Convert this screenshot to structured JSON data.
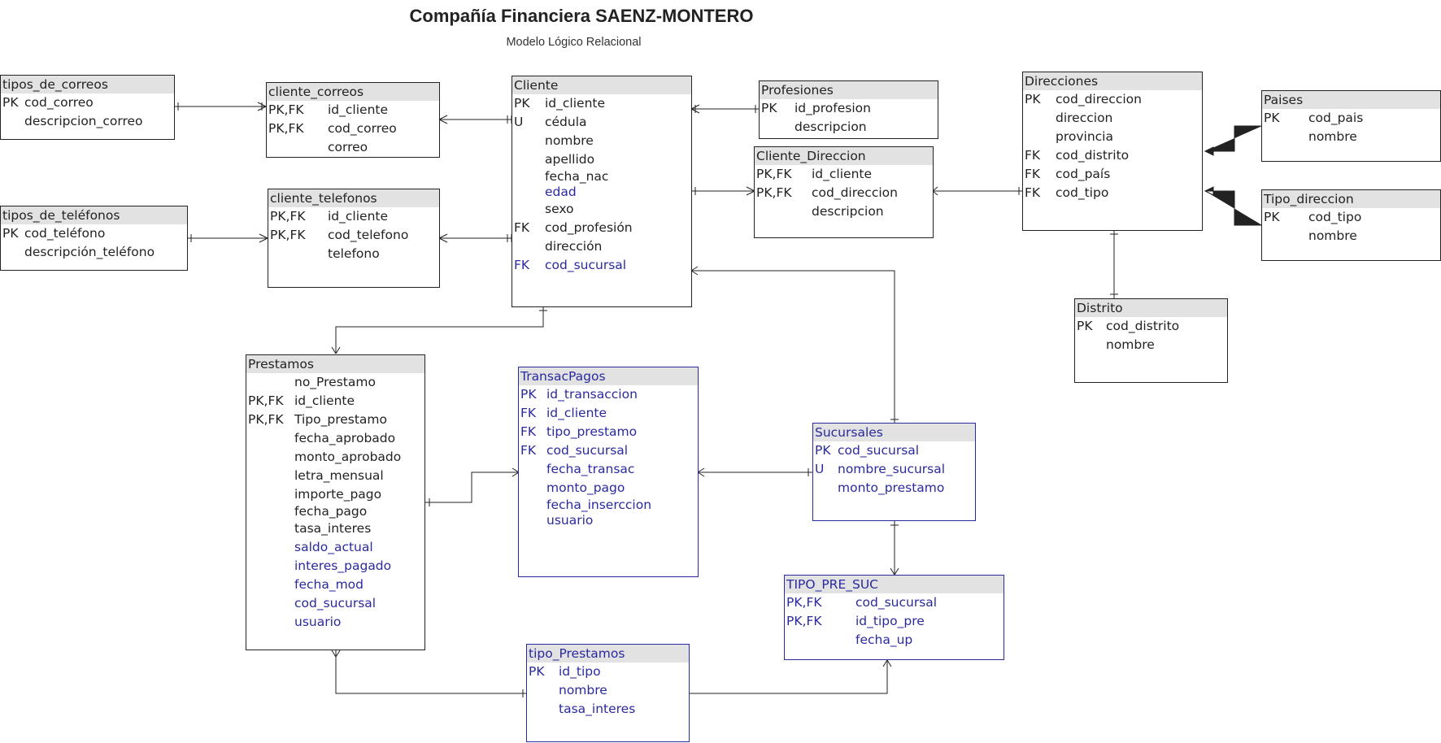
{
  "title": "Compañía Financiera SAENZ-MONTERO",
  "subtitle": "Modelo Lógico Relacional",
  "colors": {
    "line": "#222222",
    "blue": "#2a2aa0",
    "header": "#e2e2e2"
  },
  "entities": {
    "tipos_de_correos": {
      "name": "tipos_de_correos",
      "rows": [
        {
          "key": "PK",
          "field": "cod_correo"
        },
        {
          "key": "",
          "field": "descripcion_correo"
        }
      ]
    },
    "cliente_correos": {
      "name": "cliente_correos",
      "rows": [
        {
          "key": "PK,FK",
          "field": "id_cliente"
        },
        {
          "key": "PK,FK",
          "field": "cod_correo"
        },
        {
          "key": "",
          "field": "correo"
        }
      ]
    },
    "cliente": {
      "name": "Cliente",
      "rows": [
        {
          "key": "PK",
          "field": "id_cliente"
        },
        {
          "key": "U",
          "field": "cédula"
        },
        {
          "key": "",
          "field": "nombre"
        },
        {
          "key": "",
          "field": "apellido"
        },
        {
          "key": "",
          "field": "fecha_nac"
        },
        {
          "key": "",
          "field": "edad"
        },
        {
          "key": "",
          "field": "sexo"
        },
        {
          "key": "FK",
          "field": "cod_profesión"
        },
        {
          "key": "",
          "field": "dirección"
        },
        {
          "key": "FK",
          "field": "cod_sucursal"
        }
      ]
    },
    "profesiones": {
      "name": "Profesiones",
      "rows": [
        {
          "key": "PK",
          "field": "id_profesion"
        },
        {
          "key": "",
          "field": "descripcion"
        }
      ]
    },
    "cliente_direccion": {
      "name": "Cliente_Direccion",
      "rows": [
        {
          "key": "PK,FK",
          "field": "id_cliente"
        },
        {
          "key": "PK,FK",
          "field": "cod_direccion"
        },
        {
          "key": "",
          "field": "descripcion"
        }
      ]
    },
    "direcciones": {
      "name": "Direcciones",
      "rows": [
        {
          "key": "PK",
          "field": "cod_direccion"
        },
        {
          "key": "",
          "field": "direccion"
        },
        {
          "key": "",
          "field": "provincia"
        },
        {
          "key": "FK",
          "field": "cod_distrito"
        },
        {
          "key": "FK",
          "field": "cod_país"
        },
        {
          "key": "FK",
          "field": "cod_tipo"
        }
      ]
    },
    "paises": {
      "name": "Paises",
      "rows": [
        {
          "key": "PK",
          "field": "cod_pais"
        },
        {
          "key": "",
          "field": "nombre"
        }
      ]
    },
    "tipo_direccion": {
      "name": "Tipo_direccion",
      "rows": [
        {
          "key": "PK",
          "field": "cod_tipo"
        },
        {
          "key": "",
          "field": "nombre"
        }
      ]
    },
    "tipos_de_telefonos": {
      "name": "tipos_de_teléfonos",
      "rows": [
        {
          "key": "PK",
          "field": "cod_teléfono"
        },
        {
          "key": "",
          "field": "descripción_teléfono"
        }
      ]
    },
    "cliente_telefonos": {
      "name": "cliente_telefonos",
      "rows": [
        {
          "key": "PK,FK",
          "field": "id_cliente"
        },
        {
          "key": "PK,FK",
          "field": "cod_telefono"
        },
        {
          "key": "",
          "field": "telefono"
        }
      ]
    },
    "distrito": {
      "name": "Distrito",
      "rows": [
        {
          "key": "PK",
          "field": "cod_distrito"
        },
        {
          "key": "",
          "field": "nombre"
        }
      ]
    },
    "prestamos": {
      "name": "Prestamos",
      "rows": [
        {
          "key": "",
          "field": "no_Prestamo"
        },
        {
          "key": "PK,FK",
          "field": "id_cliente"
        },
        {
          "key": "PK,FK",
          "field": "Tipo_prestamo"
        },
        {
          "key": "",
          "field": "fecha_aprobado"
        },
        {
          "key": "",
          "field": "monto_aprobado"
        },
        {
          "key": "",
          "field": "letra_mensual"
        },
        {
          "key": "",
          "field": "importe_pago"
        },
        {
          "key": "",
          "field": "fecha_pago"
        },
        {
          "key": "",
          "field": "tasa_interes"
        },
        {
          "key": "",
          "field": "saldo_actual"
        },
        {
          "key": "",
          "field": "interes_pagado"
        },
        {
          "key": "",
          "field": "fecha_mod"
        },
        {
          "key": "",
          "field": "cod_sucursal"
        },
        {
          "key": "",
          "field": "usuario"
        }
      ]
    },
    "transac_pagos": {
      "name": "TransacPagos",
      "rows": [
        {
          "key": "PK",
          "field": "id_transaccion"
        },
        {
          "key": "FK",
          "field": "id_cliente"
        },
        {
          "key": "FK",
          "field": "tipo_prestamo"
        },
        {
          "key": "FK",
          "field": "cod_sucursal"
        },
        {
          "key": "",
          "field": "fecha_transac"
        },
        {
          "key": "",
          "field": "monto_pago"
        },
        {
          "key": "",
          "field": "fecha_inserccion"
        },
        {
          "key": "",
          "field": "usuario"
        }
      ]
    },
    "sucursales": {
      "name": "Sucursales",
      "rows": [
        {
          "key": "PK",
          "field": "cod_sucursal"
        },
        {
          "key": "U",
          "field": "nombre_sucursal"
        },
        {
          "key": "",
          "field": "monto_prestamo"
        }
      ]
    },
    "tipo_pre_suc": {
      "name": "TIPO_PRE_SUC",
      "rows": [
        {
          "key": "PK,FK",
          "field": "cod_sucursal"
        },
        {
          "key": "PK,FK",
          "field": "id_tipo_pre"
        },
        {
          "key": "",
          "field": "fecha_up"
        }
      ]
    },
    "tipo_prestamos": {
      "name": "tipo_Prestamos",
      "rows": [
        {
          "key": "PK",
          "field": "id_tipo"
        },
        {
          "key": "",
          "field": "nombre"
        },
        {
          "key": "",
          "field": "tasa_interes"
        }
      ]
    }
  }
}
